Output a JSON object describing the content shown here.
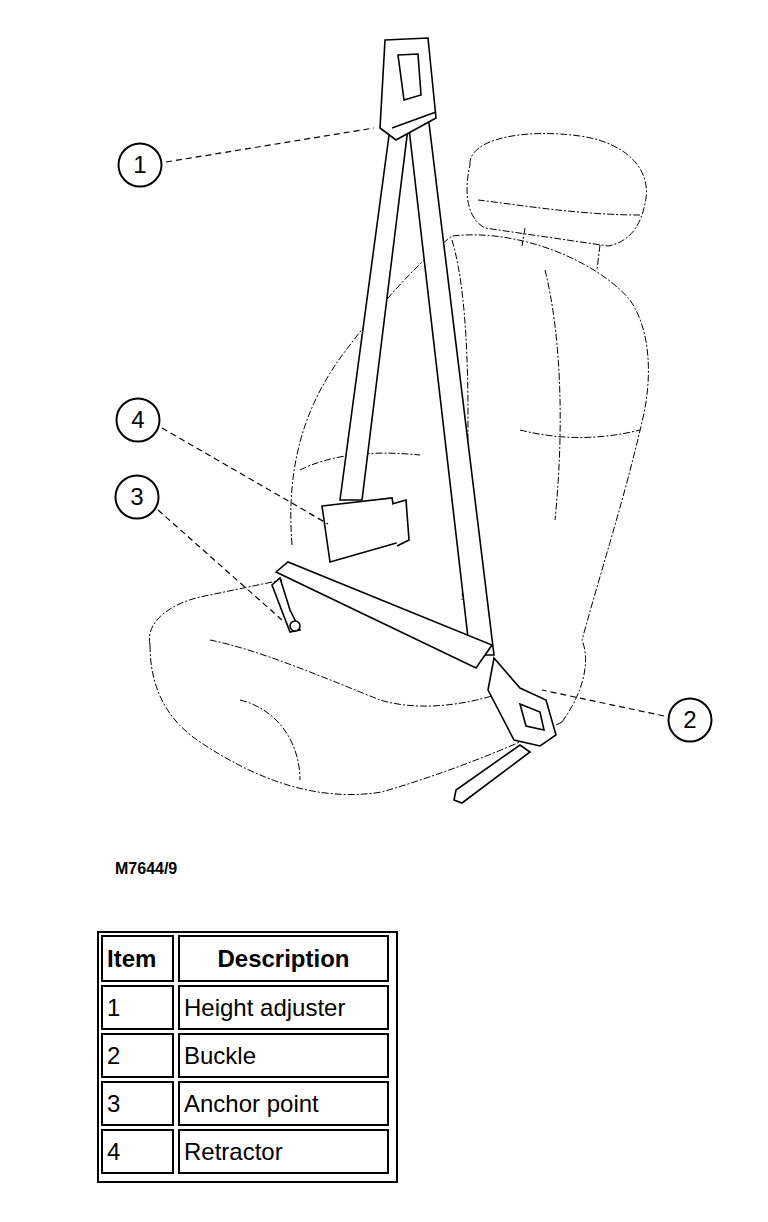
{
  "diagram": {
    "nodes": [
      {
        "text": [
          "1"
        ]
      },
      {
        "text": [
          "4"
        ]
      },
      {
        "text": [
          "3"
        ]
      },
      {
        "text": [
          "2"
        ]
      }
    ],
    "labels": [
      "M7644/9",
      "Item",
      "Description",
      "1",
      "Height adjuster",
      "2",
      "Buckle",
      "3",
      "Anchor point",
      "4",
      "Retractor"
    ]
  }
}
